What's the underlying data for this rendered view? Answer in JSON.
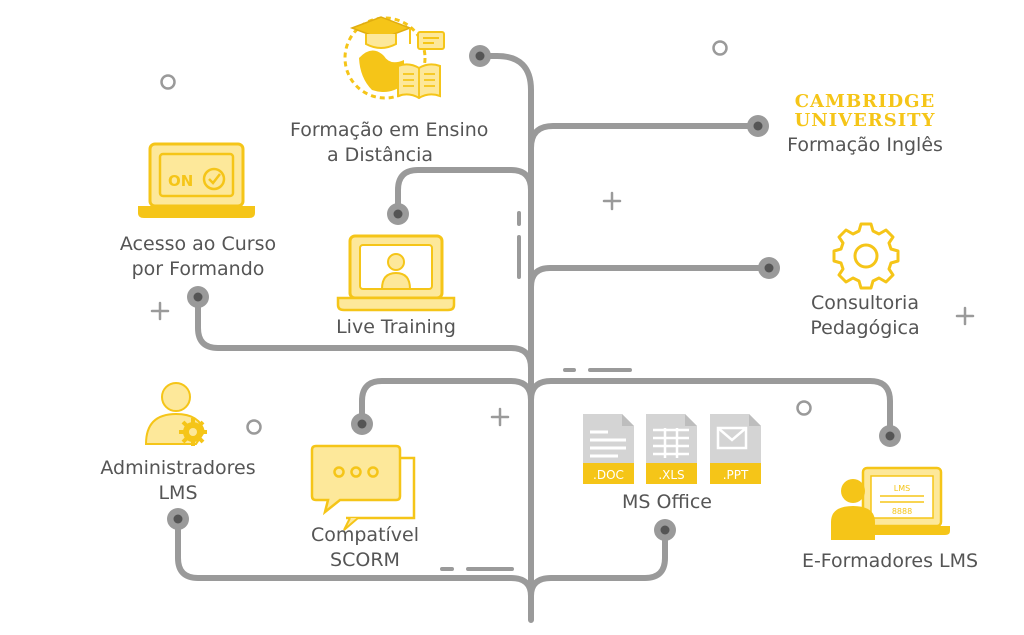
{
  "colors": {
    "yellow": "#f5c518",
    "yellow_light": "#fde89a",
    "gray_line": "#9a9a9a",
    "gray_dark": "#555555",
    "gray_file": "#d4d4d4"
  },
  "nodes": {
    "formacao_ensino": {
      "line1": "Formação em Ensino",
      "line2": "a Distância",
      "icon": "graduation-globe-book-icon"
    },
    "cambridge": {
      "brand_line1": "CAMBRIDGE",
      "brand_line2": "UNIVERSITY",
      "label": "Formação Inglês"
    },
    "acesso_curso": {
      "line1": "Acesso ao Curso",
      "line2": "por Formando",
      "icon": "laptop-on-check-icon",
      "screen_text": "ON"
    },
    "live_training": {
      "label": "Live Training",
      "icon": "laptop-user-icon"
    },
    "consultoria": {
      "line1": "Consultoria",
      "line2": "Pedagógica",
      "icon": "gear-icon"
    },
    "administradores": {
      "line1": "Administradores",
      "line2": "LMS",
      "icon": "admin-user-gear-icon"
    },
    "compativel": {
      "line1": "Compatível",
      "line2": "SCORM",
      "icon": "chat-bubbles-icon"
    },
    "ms_office": {
      "label": "MS Office",
      "files": [
        ".DOC",
        ".XLS",
        ".PPT"
      ]
    },
    "e_formadores": {
      "label": "E-Formadores LMS",
      "icon": "trainer-laptop-icon",
      "screen_title": "LMS",
      "screen_row": "8888"
    }
  }
}
